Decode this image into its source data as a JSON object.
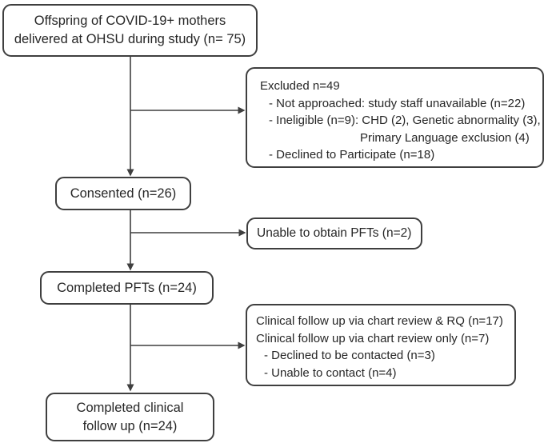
{
  "diagram": {
    "type": "study-flowchart",
    "colors": {
      "border": "#3f3f3f",
      "text": "#262626",
      "background": "#ffffff",
      "line": "#3f3f3f"
    },
    "boxes": {
      "top": {
        "line1": "Offspring of COVID-19+ mothers",
        "line2": "delivered at OHSU during study (n= 75)"
      },
      "excluded": {
        "title": "Excluded n=49",
        "item1": "- Not approached: study staff unavailable (n=22)",
        "item2": "- Ineligible (n=9): CHD (2), Genetic abnormality (3),",
        "item2_wrap": "Primary Language exclusion (4)",
        "item3": "- Declined to Participate (n=18)"
      },
      "consented": {
        "label": "Consented (n=26)"
      },
      "unable_pfts": {
        "label": "Unable to obtain PFTs (n=2)"
      },
      "completed_pfts": {
        "label": "Completed PFTs (n=24)"
      },
      "clinical_detail": {
        "line1": "Clinical follow up via chart review & RQ (n=17)",
        "line2": "Clinical follow up via chart review only (n=7)",
        "item1": "- Declined to be contacted (n=3)",
        "item2": "- Unable to contact (n=4)"
      },
      "completed_clinical": {
        "line1": "Completed clinical",
        "line2": "follow up (n=24)"
      }
    }
  }
}
